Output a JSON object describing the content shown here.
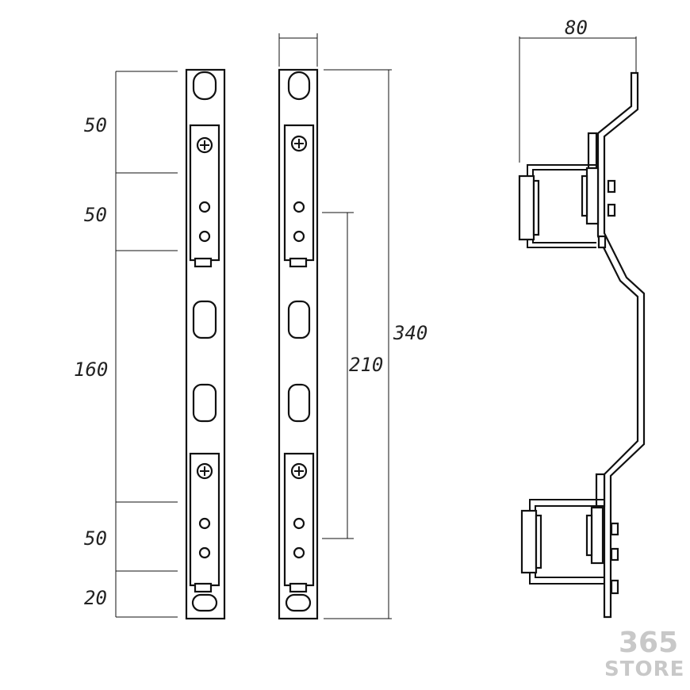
{
  "dimensions": {
    "left_50a": "50",
    "left_50b": "50",
    "left_160": "160",
    "left_50c": "50",
    "left_20": "20",
    "mid_210": "210",
    "total_340": "340",
    "depth_80": "80"
  },
  "watermark": {
    "line1": "365",
    "line2": "STORE"
  }
}
